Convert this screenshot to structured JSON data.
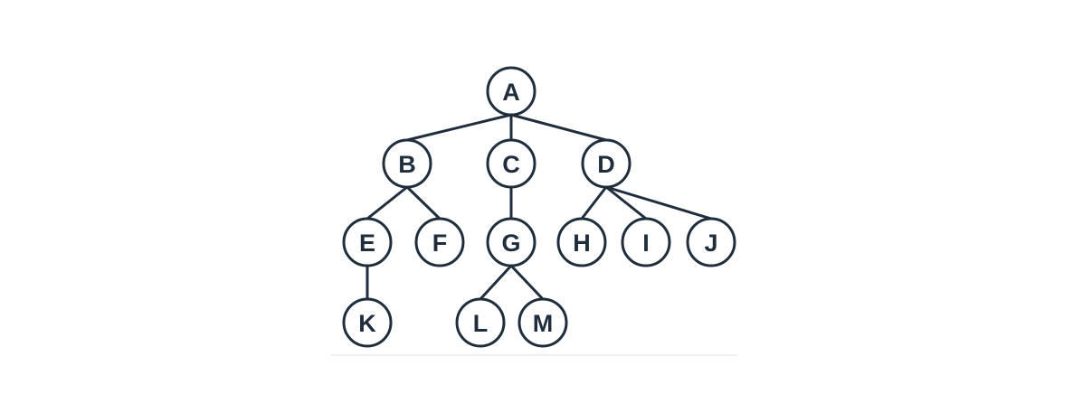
{
  "diagram": {
    "type": "tree",
    "colors": {
      "stroke": "#1f2d3d",
      "fill": "#ffffff",
      "text": "#1f2d3d"
    },
    "nodes": [
      {
        "id": "A",
        "label": "A"
      },
      {
        "id": "B",
        "label": "B"
      },
      {
        "id": "C",
        "label": "C"
      },
      {
        "id": "D",
        "label": "D"
      },
      {
        "id": "E",
        "label": "E"
      },
      {
        "id": "F",
        "label": "F"
      },
      {
        "id": "G",
        "label": "G"
      },
      {
        "id": "H",
        "label": "H"
      },
      {
        "id": "I",
        "label": "I"
      },
      {
        "id": "J",
        "label": "J"
      },
      {
        "id": "K",
        "label": "K"
      },
      {
        "id": "L",
        "label": "L"
      },
      {
        "id": "M",
        "label": "M"
      }
    ],
    "edges": [
      {
        "from": "A",
        "to": "B"
      },
      {
        "from": "A",
        "to": "C"
      },
      {
        "from": "A",
        "to": "D"
      },
      {
        "from": "B",
        "to": "E"
      },
      {
        "from": "B",
        "to": "F"
      },
      {
        "from": "C",
        "to": "G"
      },
      {
        "from": "D",
        "to": "H"
      },
      {
        "from": "D",
        "to": "I"
      },
      {
        "from": "D",
        "to": "J"
      },
      {
        "from": "E",
        "to": "K"
      },
      {
        "from": "G",
        "to": "L"
      },
      {
        "from": "G",
        "to": "M"
      }
    ]
  }
}
